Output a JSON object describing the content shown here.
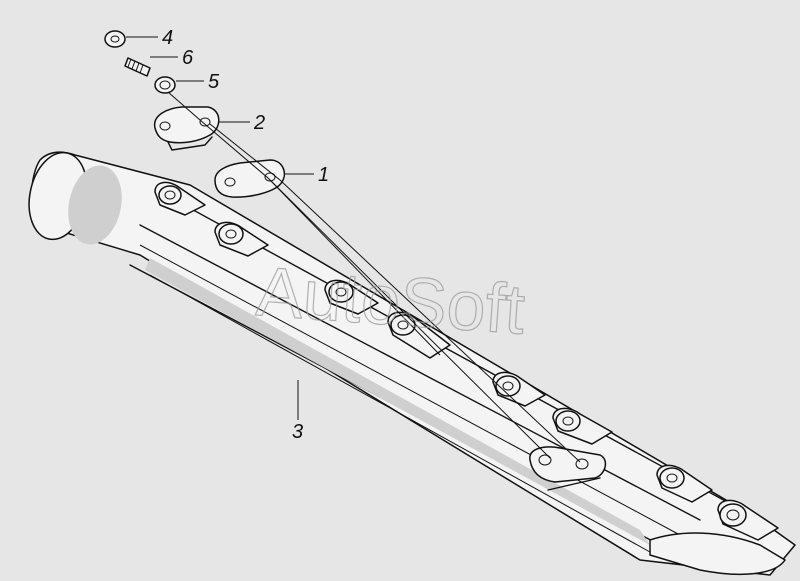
{
  "watermark": "AutoSoft",
  "callouts": [
    {
      "id": "1",
      "text": "1"
    },
    {
      "id": "2",
      "text": "2"
    },
    {
      "id": "3",
      "text": "3"
    },
    {
      "id": "4",
      "text": "4"
    },
    {
      "id": "5",
      "text": "5"
    },
    {
      "id": "6",
      "text": "6"
    }
  ],
  "colors": {
    "background": "#e6e6e6",
    "line": "#111111",
    "part_fill": "#f4f4f4",
    "shade": "#cfcfcf",
    "watermark": "#9a9a9a"
  }
}
